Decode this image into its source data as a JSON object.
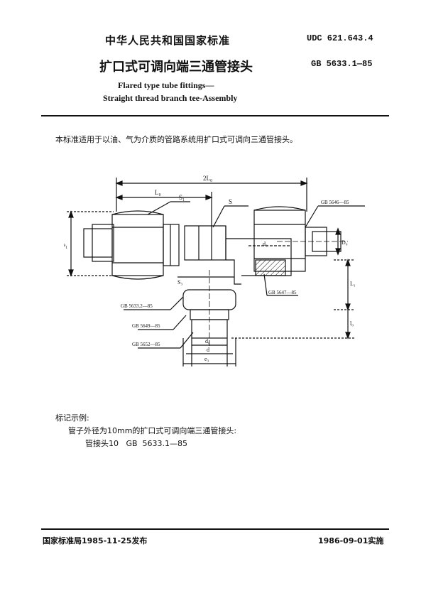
{
  "header": {
    "org": "中华人民共和国国家标准",
    "udc": "UDC 621.643.4",
    "title_cn": "扩口式可调向端三通管接头",
    "gb_number": "GB 5633.1—85",
    "title_en_1": "Flared type tube fittings—",
    "title_en_2": "Straight thread branch tee-Assembly"
  },
  "scope": "本标准适用于以油、气为介质的管路系统用扩口式可调向三通管接头。",
  "drawing": {
    "dims": {
      "two_L0": "2L₀",
      "L0": "L₀",
      "S1": "S₁",
      "S": "S",
      "S3": "S₃",
      "e1": "e₁",
      "d0_left": "d₀",
      "D0": "D₀",
      "L1": "L₁",
      "l0": "l₀",
      "d0": "d₀",
      "d": "d",
      "e3": "e₃"
    },
    "refs": {
      "gb5646": "GB 5646—85",
      "gb5647": "GB 5647—85",
      "gb56332": "GB 5633.2—85",
      "gb5649": "GB 5649—85",
      "gb5652": "GB 5652—85"
    }
  },
  "marking": {
    "heading": "标记示例:",
    "line1": "管子外径为10mm的扩口式可调向端三通管接头:",
    "line2": "管接头10   GB  5633.1—85"
  },
  "footer": {
    "issued": "国家标准局1985-11-25发布",
    "effective": "1986-09-01实施"
  }
}
